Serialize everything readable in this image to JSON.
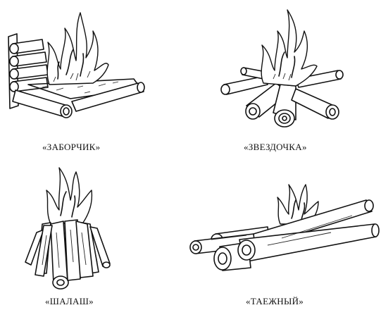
{
  "fires": [
    {
      "label": "«ЗАБОРЧИК»"
    },
    {
      "label": "«ЗВЕЗДОЧКА»"
    },
    {
      "label": "«ШАЛАШ»"
    },
    {
      "label": "«ТАЕЖНЫЙ»"
    }
  ]
}
